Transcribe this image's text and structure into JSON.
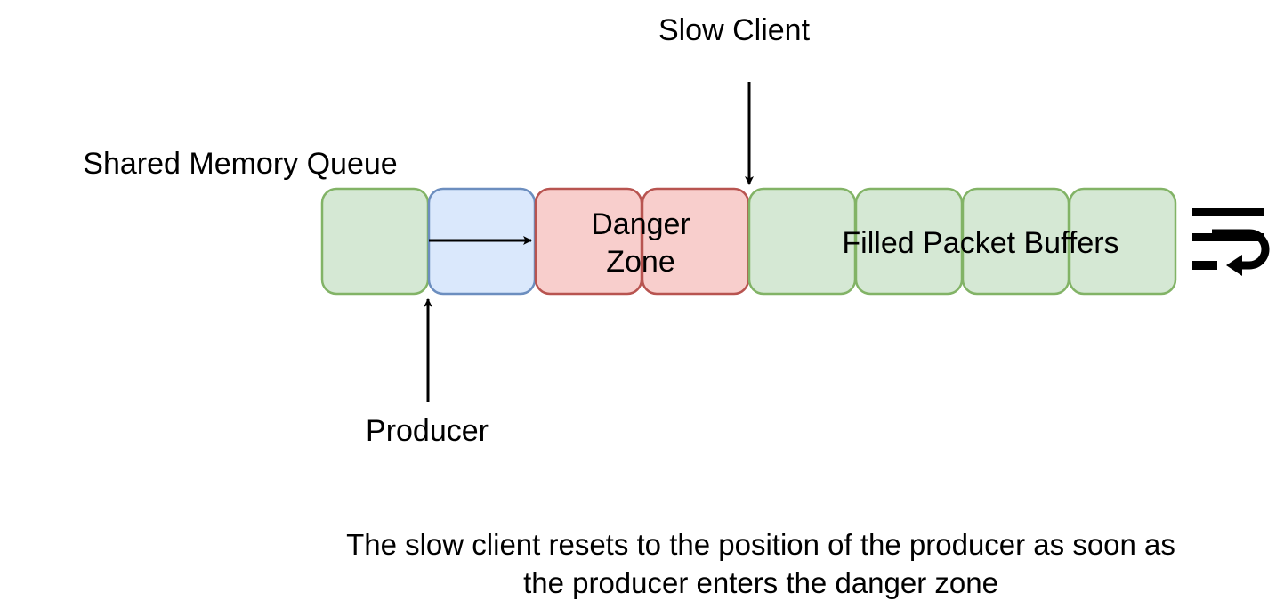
{
  "labels": {
    "queue_title": "Shared Memory Queue",
    "slow_client": "Slow Client",
    "producer": "Producer",
    "danger_zone_line1": "Danger",
    "danger_zone_line2": "Zone",
    "filled_buffers": "Filled Packet Buffers"
  },
  "caption": {
    "line1": "The slow client resets to the position of the producer as soon as",
    "line2": "the producer enters the danger zone"
  },
  "queue": {
    "slots": [
      {
        "state": "free",
        "fill": "#d5e8d4",
        "stroke": "#82b366"
      },
      {
        "state": "producer",
        "fill": "#dae8fc",
        "stroke": "#6c8ebf"
      },
      {
        "state": "danger",
        "fill": "#f8cecc",
        "stroke": "#b85450"
      },
      {
        "state": "danger",
        "fill": "#f8cecc",
        "stroke": "#b85450"
      },
      {
        "state": "filled",
        "fill": "#d5e8d4",
        "stroke": "#82b366"
      },
      {
        "state": "filled",
        "fill": "#d5e8d4",
        "stroke": "#82b366"
      },
      {
        "state": "filled",
        "fill": "#d5e8d4",
        "stroke": "#82b366"
      },
      {
        "state": "filled",
        "fill": "#d5e8d4",
        "stroke": "#82b366"
      }
    ]
  },
  "icons": {
    "wrap": "wrap-around-icon"
  }
}
